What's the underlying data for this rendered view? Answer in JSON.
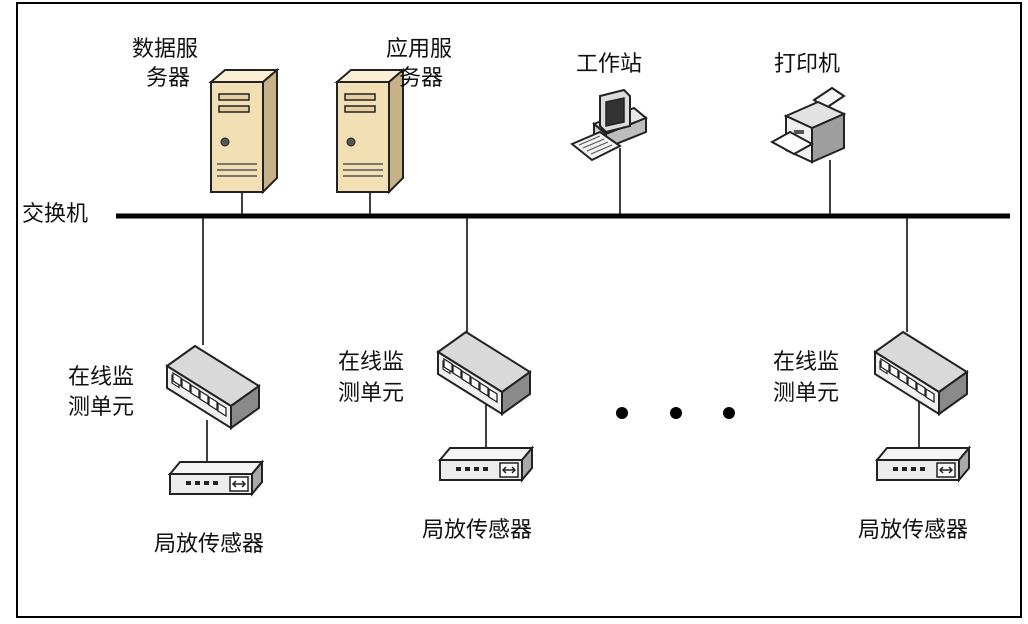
{
  "labels": {
    "data_server_1": "数据服",
    "data_server_2": "务器",
    "app_server_1": "应用服",
    "app_server_2": "务器",
    "workstation": "工作站",
    "printer": "打印机",
    "switch": "交换机",
    "monitor_unit_1a": "在线监",
    "monitor_unit_1b": "测单元",
    "monitor_unit_2a": "在线监",
    "monitor_unit_2b": "测单元",
    "monitor_unit_3a": "在线监",
    "monitor_unit_3b": "测单元",
    "sensor_1": "局放传感器",
    "sensor_2": "局放传感器",
    "sensor_3": "局放传感器"
  },
  "icons": {
    "data_server": "tower-server-icon",
    "app_server": "tower-server-icon",
    "workstation": "computer-workstation-icon",
    "printer": "printer-icon",
    "monitor_unit": "network-hub-icon",
    "sensor": "sensor-module-icon"
  },
  "colors": {
    "line": "#000000",
    "server_body": "#f3dfb4",
    "device_body": "#e8e8e8",
    "device_dark": "#333333"
  }
}
